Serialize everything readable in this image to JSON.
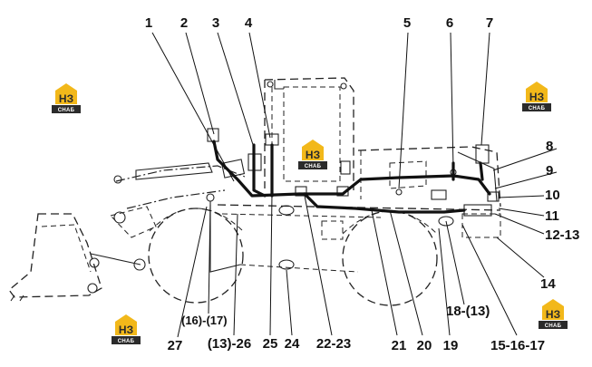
{
  "diagram": {
    "callouts": [
      {
        "id": "c1",
        "text": "1"
      },
      {
        "id": "c2",
        "text": "2"
      },
      {
        "id": "c3",
        "text": "3"
      },
      {
        "id": "c4",
        "text": "4"
      },
      {
        "id": "c5",
        "text": "5"
      },
      {
        "id": "c6",
        "text": "6"
      },
      {
        "id": "c7",
        "text": "7"
      },
      {
        "id": "c8",
        "text": "8"
      },
      {
        "id": "c9",
        "text": "9"
      },
      {
        "id": "c10",
        "text": "10"
      },
      {
        "id": "c11",
        "text": "11"
      },
      {
        "id": "c12",
        "text": "12-13"
      },
      {
        "id": "c14",
        "text": "14"
      },
      {
        "id": "c18",
        "text": "18-(13)"
      },
      {
        "id": "c15",
        "text": "15-16-17"
      },
      {
        "id": "c1617",
        "text": "(16)-(17)"
      },
      {
        "id": "c27",
        "text": "27"
      },
      {
        "id": "c13_26",
        "text": "(13)-26"
      },
      {
        "id": "c25",
        "text": "25"
      },
      {
        "id": "c24",
        "text": "24"
      },
      {
        "id": "c22",
        "text": "22-23"
      },
      {
        "id": "c21",
        "text": "21"
      },
      {
        "id": "c20",
        "text": "20"
      },
      {
        "id": "c19",
        "text": "19"
      }
    ],
    "watermark": {
      "main": "НЗ",
      "sub": "СНАБ"
    }
  }
}
